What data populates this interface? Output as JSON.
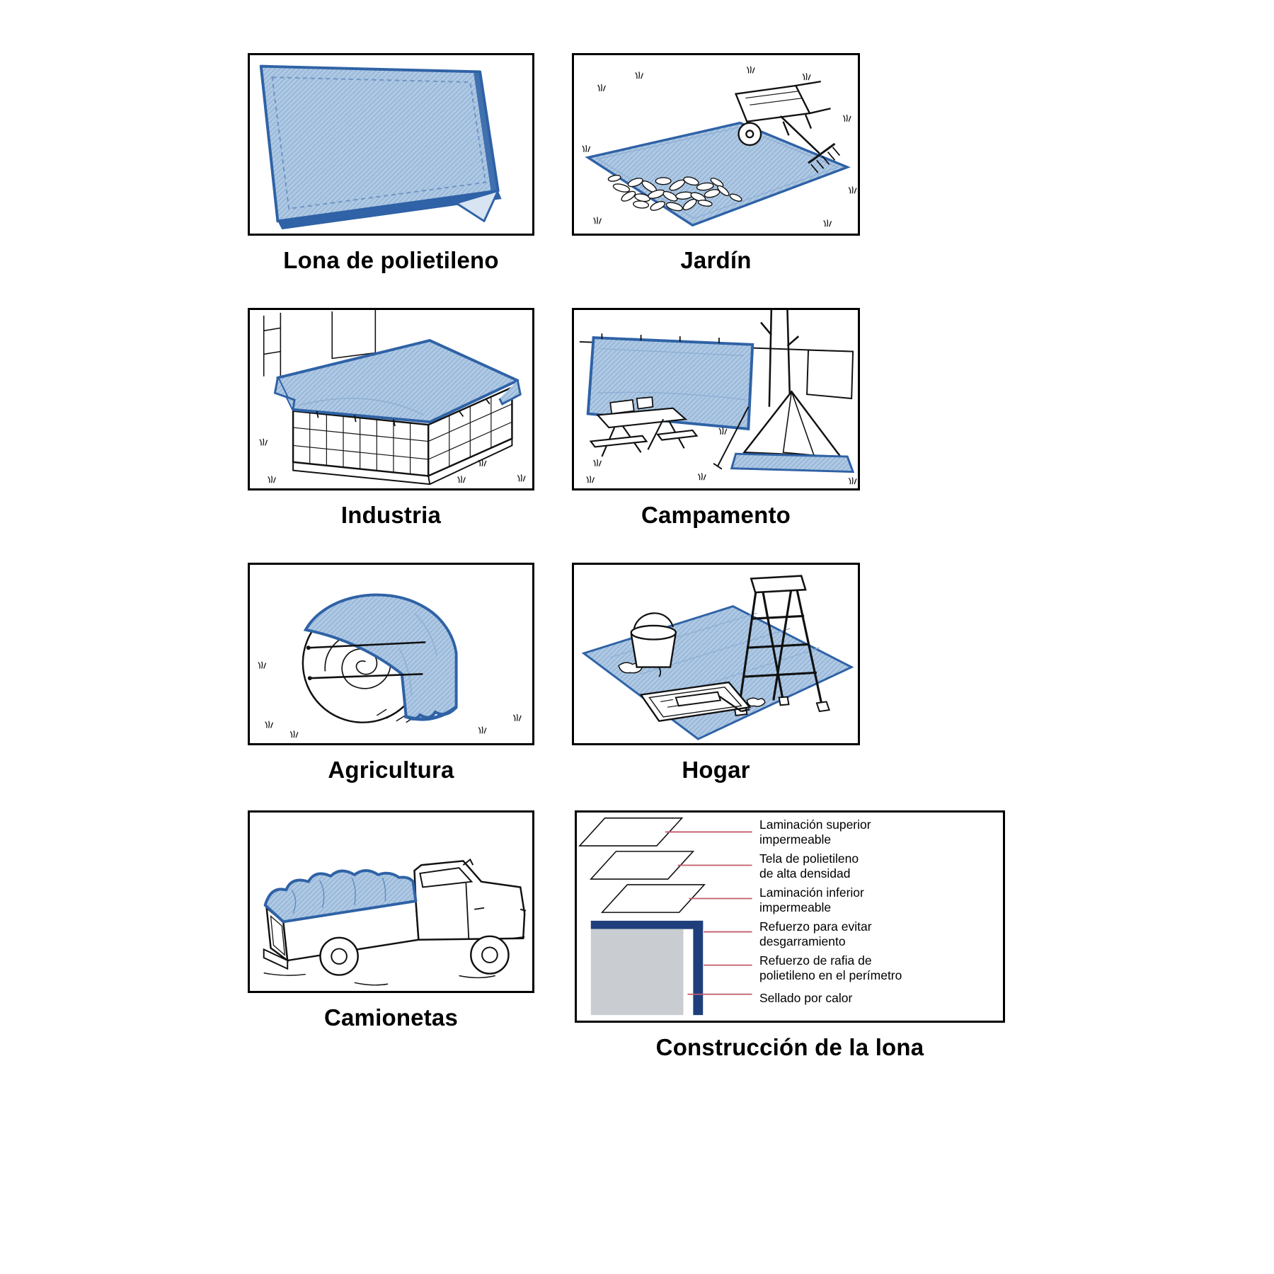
{
  "panels": [
    {
      "id": "tarp",
      "caption": "Lona de polietileno",
      "illustration": "polyethylene-tarp"
    },
    {
      "id": "garden",
      "caption": "Jardín",
      "illustration": "garden-tarp-with-wheelbarrow-rake-leaves"
    },
    {
      "id": "industry",
      "caption": "Industria",
      "illustration": "crate-covered-with-tarp"
    },
    {
      "id": "camping",
      "caption": "Campamento",
      "illustration": "campsite-tarp-shelter-tent"
    },
    {
      "id": "agriculture",
      "caption": "Agricultura",
      "illustration": "hay-bale-covered-with-tarp"
    },
    {
      "id": "home",
      "caption": "Hogar",
      "illustration": "stepladder-on-drop-cloth"
    },
    {
      "id": "trucks",
      "caption": "Camionetas",
      "illustration": "pickup-truck-bed-tarp"
    },
    {
      "id": "construction",
      "caption": "Construcción de la lona",
      "illustration": "tarp-layer-cutaway-diagram",
      "labels": [
        "Laminación superior\nimpermeable",
        "Tela de polietileno\nde alta densidad",
        "Laminación inferior\nimpermeable",
        "Refuerzo para evitar\ndesgarramiento",
        "Refuerzo de rafia de\npolietileno en el perímetro",
        "Sellado por calor"
      ]
    }
  ],
  "colors": {
    "tarp_fill": "#AFC9E4",
    "tarp_weave_line": "#8FB0D4",
    "tarp_edge": "#2F62A6",
    "navy_band": "#1E3F7B",
    "leader_line": "#C25B6B",
    "gray_fill": "#C9CDD1",
    "ink": "#111111",
    "frame_border": "#000000",
    "background": "#ffffff"
  }
}
